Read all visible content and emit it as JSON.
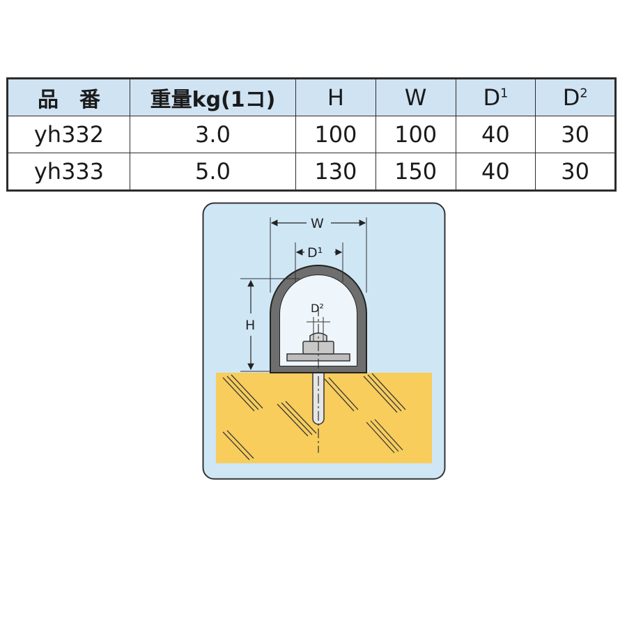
{
  "table": {
    "headers": {
      "product_no": "品　番",
      "weight": "重量kg(1コ)",
      "h": "H",
      "w": "W",
      "d1_base": "D",
      "d1_sup": "1",
      "d2_base": "D",
      "d2_sup": "2"
    },
    "rows": [
      {
        "product_no": "yh332",
        "weight": "3.0",
        "h": "100",
        "w": "100",
        "d1": "40",
        "d2": "30"
      },
      {
        "product_no": "yh333",
        "weight": "5.0",
        "h": "130",
        "w": "150",
        "d1": "40",
        "d2": "30"
      }
    ]
  },
  "diagram": {
    "label_w": "W",
    "label_d1": "D¹",
    "label_d2": "D²",
    "label_h": "H",
    "colors": {
      "panel_bg": "#cfe6f5",
      "ground": "#f8cd5c",
      "shell": "#6e6e6e",
      "header_bg": "#cfe3f3"
    }
  }
}
